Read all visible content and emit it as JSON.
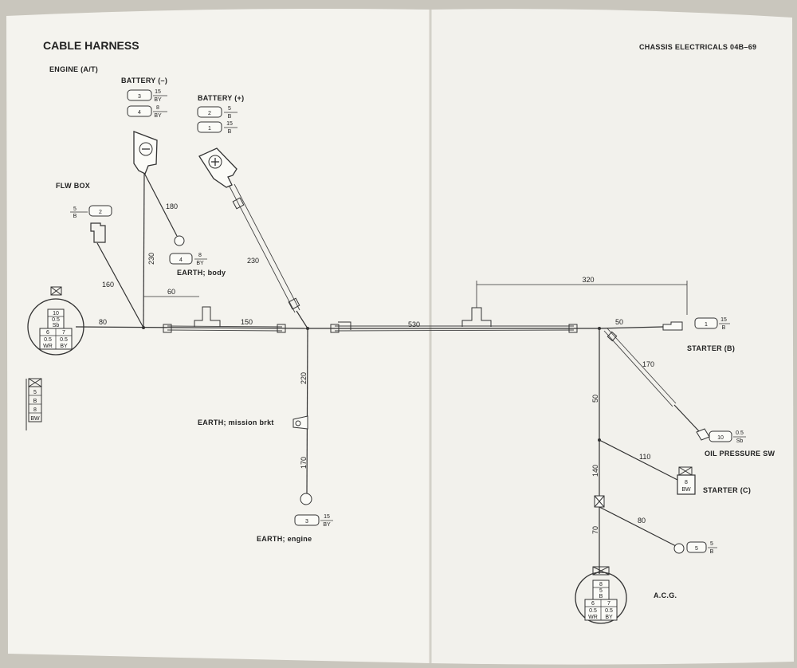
{
  "header": {
    "title": "CABLE HARNESS",
    "subtitle": "ENGINE (A/T)",
    "section": "CHASSIS ELECTRICALS 04B–69"
  },
  "components": {
    "battery_neg": {
      "label": "BATTERY (–)",
      "connectors": [
        {
          "num": "3",
          "top": "15",
          "bottom": "BY"
        },
        {
          "num": "4",
          "top": "8",
          "bottom": "BY"
        }
      ]
    },
    "battery_pos": {
      "label": "BATTERY (+)",
      "connectors": [
        {
          "num": "2",
          "top": "5",
          "bottom": "B"
        },
        {
          "num": "1",
          "top": "15",
          "bottom": "B"
        }
      ]
    },
    "flw_box": {
      "label": "FLW BOX",
      "connector": {
        "num": "2",
        "top": "5",
        "bottom": "B"
      }
    },
    "earth_body": {
      "label": "EARTH; body",
      "connector": {
        "num": "4",
        "top": "8",
        "bottom": "BY"
      }
    },
    "earth_mission": {
      "label": "EARTH; mission brkt"
    },
    "earth_engine": {
      "label": "EARTH; engine",
      "connector": {
        "num": "3",
        "top": "15",
        "bottom": "BY"
      }
    },
    "starter_b": {
      "label": "STARTER (B)",
      "connector": {
        "num": "1",
        "top": "15",
        "bottom": "B"
      }
    },
    "oil_pressure": {
      "label": "OIL PRESSURE SW",
      "connector": {
        "num": "10",
        "top": "0.5",
        "bottom": "Sb"
      }
    },
    "starter_c": {
      "label": "STARTER (C)",
      "cells": [
        "8",
        "BW"
      ]
    },
    "acg": {
      "label": "A.C.G.",
      "connector": {
        "num": "5",
        "top": "5",
        "bottom": "B"
      }
    },
    "left_connector": {
      "cells": [
        "10",
        "0.5",
        "Sb",
        "6",
        "7",
        "0.5",
        "0.5",
        "WR",
        "BY"
      ]
    },
    "acg_connector": {
      "cells": [
        "8",
        "5",
        "B",
        "6",
        "7",
        "0.5",
        "0.5",
        "WR",
        "BY"
      ]
    },
    "left_column": {
      "cells": [
        "5",
        "B",
        "8",
        "BW"
      ]
    }
  },
  "dimensions": {
    "d80": "80",
    "d160": "160",
    "d230a": "230",
    "d180": "180",
    "d60": "60",
    "d150": "150",
    "d230b": "230",
    "d220": "220",
    "d170a": "170",
    "d530": "530",
    "d320": "320",
    "d50a": "50",
    "d170b": "170",
    "d50b": "50",
    "d110": "110",
    "d140": "140",
    "d80b": "80",
    "d70": "70"
  }
}
